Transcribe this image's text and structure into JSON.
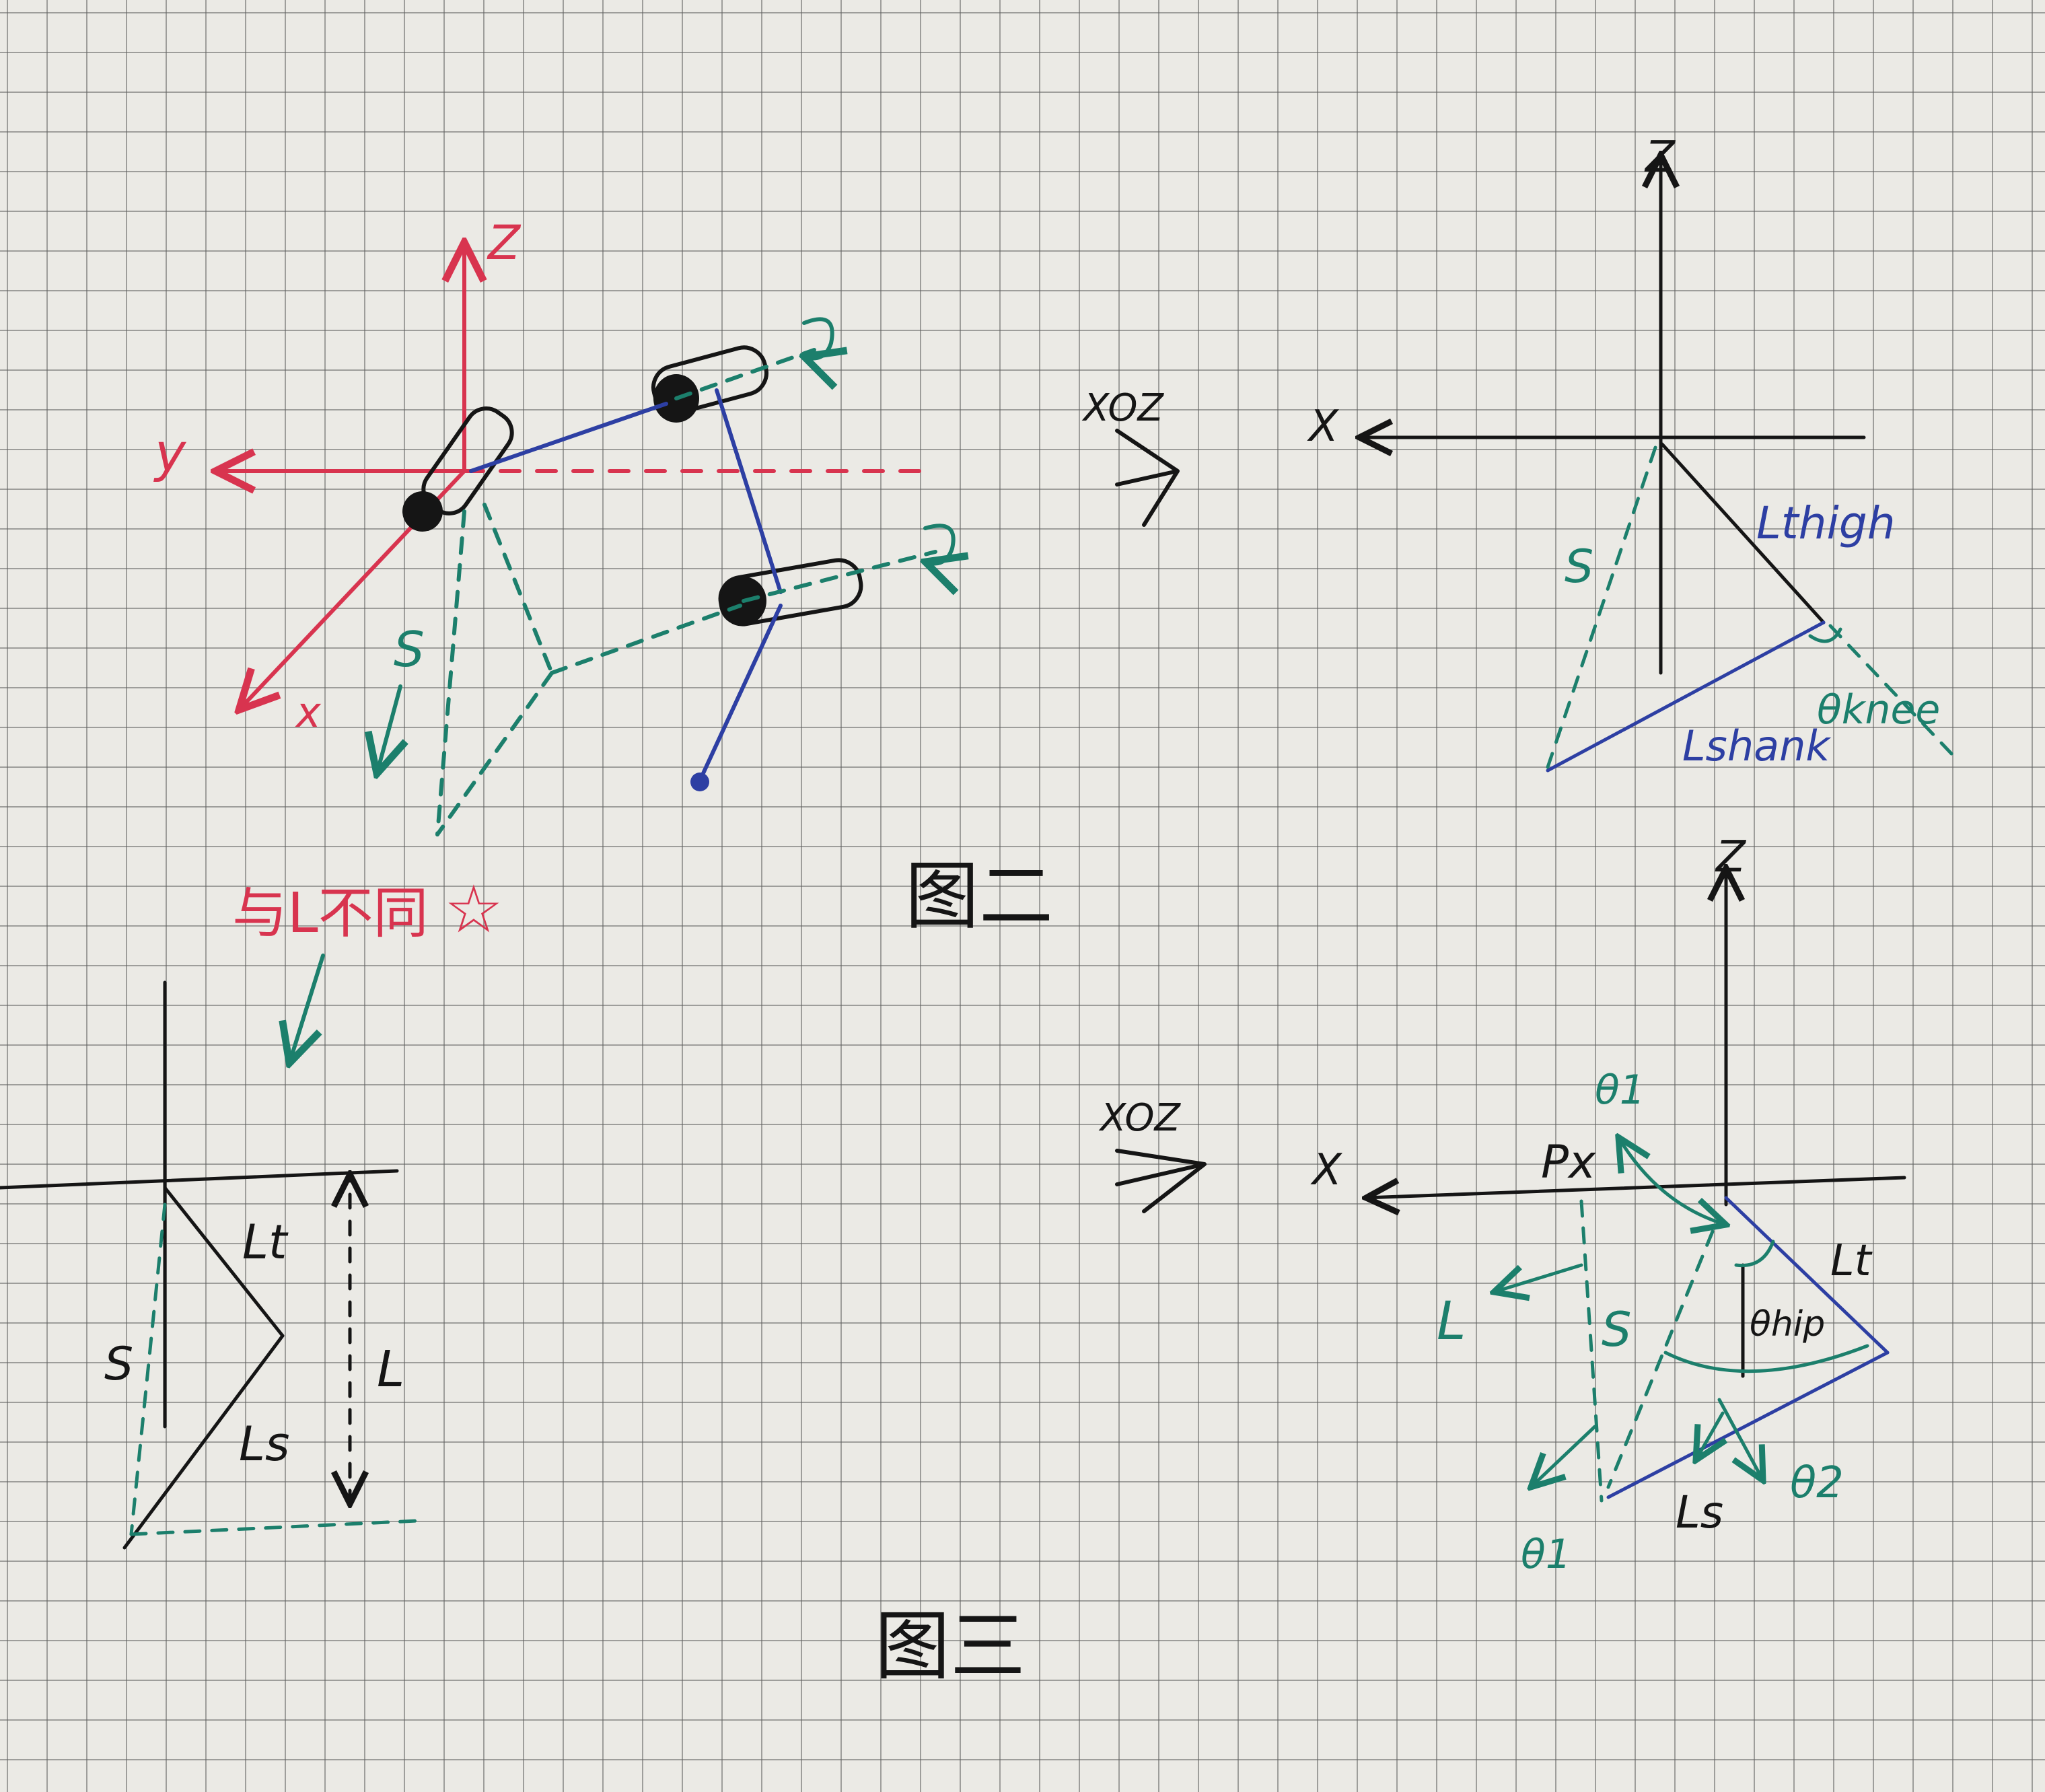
{
  "colors": {
    "ink_black": "#151515",
    "ink_red": "#d8344f",
    "ink_green": "#1c7f6c",
    "ink_blue": "#2d3fa3",
    "paper": "#ebeae5",
    "grid": "#5f5f5f"
  },
  "fig1": {
    "axis_z": "Z",
    "axis_y": "y",
    "axis_x": "x",
    "label_s": "S",
    "note": "与L不同",
    "star_icon": "star-icon"
  },
  "fig2": {
    "caption": "图二",
    "plane": "XOZ",
    "axis_z": "Z",
    "axis_x": "X",
    "label_s": "S",
    "thigh": "Lthigh",
    "shank": "Lshank",
    "knee_angle": "θknee"
  },
  "fig3": {
    "caption": "图三",
    "plane": "XOZ",
    "axis_z": "Z",
    "axis_x": "X",
    "px": "Px",
    "label_l": "L",
    "label_s": "S",
    "lt": "Lt",
    "ls": "Ls",
    "hip_angle": "θhip",
    "theta1_top": "θ1",
    "theta1_bottom": "θ1",
    "theta2": "θ2"
  },
  "fig_left": {
    "label_s": "S",
    "lt": "Lt",
    "ls": "Ls",
    "label_l": "L"
  }
}
